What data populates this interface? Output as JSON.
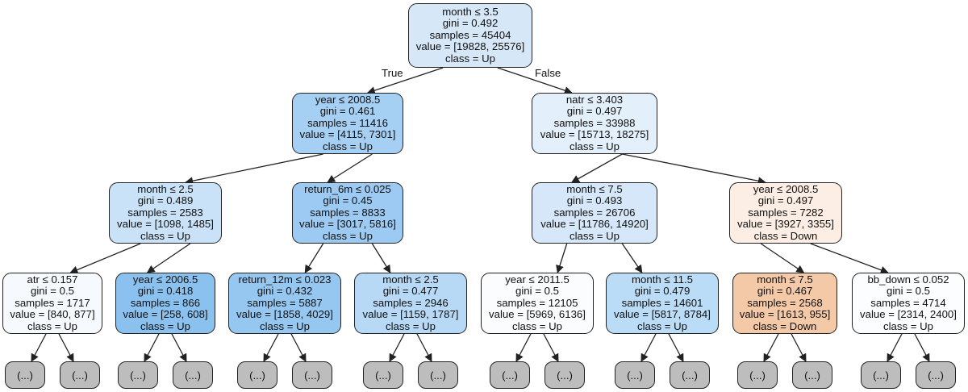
{
  "colors": {
    "class_up_strong": "#88bfee",
    "class_up_medium": "#a3cdf2",
    "class_up_light": "#dcecfa",
    "class_up_faint": "#f8fbfe",
    "class_down_strong": "#f4c9a8",
    "class_down_light": "#fdeee3",
    "leaf_gray": "#bdbdbd",
    "edge": "#222222"
  },
  "edge_labels": {
    "true": "True",
    "false": "False"
  },
  "leaf_label": "(...)",
  "nodes": [
    {
      "id": "root",
      "fill": "#d6e8f8",
      "lines": [
        "month ≤ 3.5",
        "gini = 0.492",
        "samples = 45404",
        "value = [19828, 25576]",
        "class = Up"
      ]
    },
    {
      "id": "n1",
      "fill": "#a6cff4",
      "lines": [
        "year ≤ 2008.5",
        "gini = 0.461",
        "samples = 11416",
        "value = [4115, 7301]",
        "class = Up"
      ]
    },
    {
      "id": "n2",
      "fill": "#e3f0fb",
      "lines": [
        "natr ≤ 3.403",
        "gini = 0.497",
        "samples = 33988",
        "value = [15713, 18275]",
        "class = Up"
      ]
    },
    {
      "id": "n3",
      "fill": "#c9e2f7",
      "lines": [
        "month ≤ 2.5",
        "gini = 0.489",
        "samples = 2583",
        "value = [1098, 1485]",
        "class = Up"
      ]
    },
    {
      "id": "n4",
      "fill": "#9dcaf2",
      "lines": [
        "return_6m ≤ 0.025",
        "gini = 0.45",
        "samples = 8833",
        "value = [3017, 5816]",
        "class = Up"
      ]
    },
    {
      "id": "n5",
      "fill": "#d5e7f8",
      "lines": [
        "month ≤ 7.5",
        "gini = 0.493",
        "samples = 26706",
        "value = [11786, 14920]",
        "class = Up"
      ]
    },
    {
      "id": "n6",
      "fill": "#fceee4",
      "lines": [
        "year ≤ 2008.5",
        "gini = 0.497",
        "samples = 7282",
        "value = [3927, 3355]",
        "class = Down"
      ]
    },
    {
      "id": "n7",
      "fill": "#f6fafe",
      "lines": [
        "atr ≤ 0.157",
        "gini = 0.5",
        "samples = 1717",
        "value = [840, 877]",
        "class = Up"
      ]
    },
    {
      "id": "n8",
      "fill": "#8ac1ef",
      "lines": [
        "year ≤ 2006.5",
        "gini = 0.418",
        "samples = 866",
        "value = [258, 608]",
        "class = Up"
      ]
    },
    {
      "id": "n9",
      "fill": "#95c7f1",
      "lines": [
        "return_12m ≤ 0.023",
        "gini = 0.432",
        "samples = 5887",
        "value = [1858, 4029]",
        "class = Up"
      ]
    },
    {
      "id": "n10",
      "fill": "#b8d9f5",
      "lines": [
        "month ≤ 2.5",
        "gini = 0.477",
        "samples = 2946",
        "value = [1159, 1787]",
        "class = Up"
      ]
    },
    {
      "id": "n11",
      "fill": "#fafcfe",
      "lines": [
        "year ≤ 2011.5",
        "gini = 0.5",
        "samples = 12105",
        "value = [5969, 6136]",
        "class = Up"
      ]
    },
    {
      "id": "n12",
      "fill": "#badcf6",
      "lines": [
        "month ≤ 11.5",
        "gini = 0.479",
        "samples = 14601",
        "value = [5817, 8784]",
        "class = Up"
      ]
    },
    {
      "id": "n13",
      "fill": "#f4c9a8",
      "lines": [
        "month ≤ 7.5",
        "gini = 0.467",
        "samples = 2568",
        "value = [1613, 955]",
        "class = Down"
      ]
    },
    {
      "id": "n14",
      "fill": "#fbfdfe",
      "lines": [
        "bb_down ≤ 0.052",
        "gini = 0.5",
        "samples = 4714",
        "value = [2314, 2400]",
        "class = Up"
      ]
    }
  ]
}
